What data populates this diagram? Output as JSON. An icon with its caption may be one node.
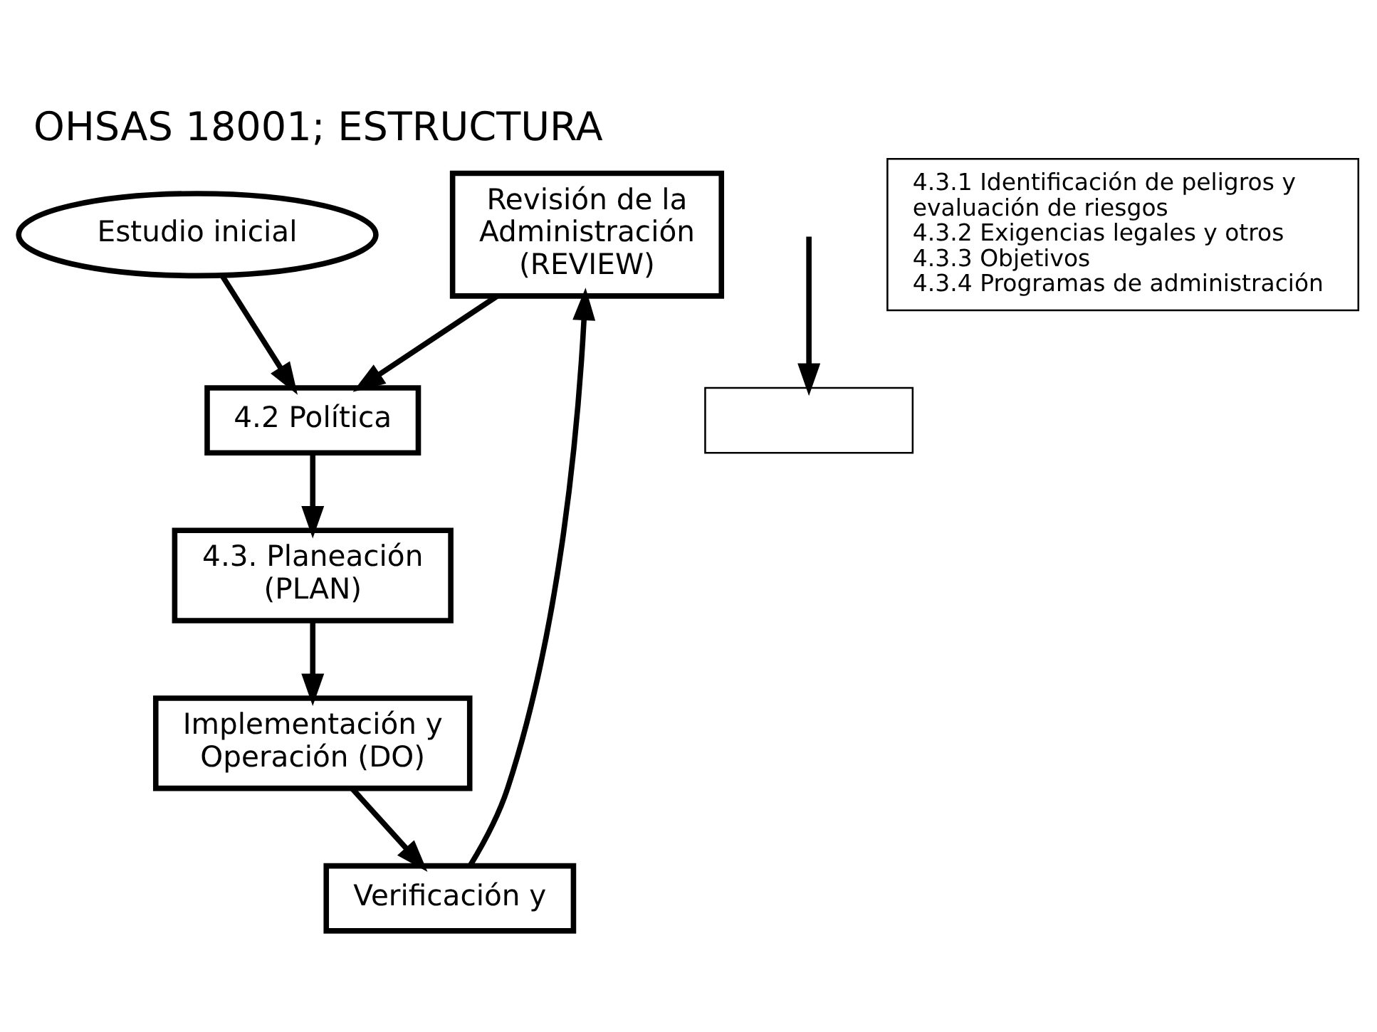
{
  "diagram": {
    "title": "OHSAS 18001; ESTRUCTURA",
    "nodes": [
      {
        "text": [
          "Estudio inicial"
        ]
      },
      {
        "text": [
          "Revisión de la Administración (REVIEW)"
        ]
      },
      {
        "text": [
          "4.2 Política"
        ]
      },
      {
        "text": [
          "Verificación y"
        ]
      },
      {
        "text": [],
        "shape": "box"
      },
      {
        "text": [
          "4.3.1 Identificación de peligros y evaluación de riesgos",
          "4.3.2 Exigencias legales y otros",
          "4.3.3 Objetivos",
          "4.3.4 Programas de administración"
        ]
      },
      {
        "text": [
          "4.3. Planeación (PLAN)"
        ]
      },
      {
        "text": [
          "Implementación y Operación (DO)"
        ]
      }
    ],
    "edges": [
      {
        "from": 0,
        "to": 2,
        "arrow": "to"
      },
      {
        "from": 1,
        "to": 2,
        "arrow": "to"
      },
      {
        "from": 2,
        "to": 6,
        "arrow": "to"
      },
      {
        "from": 6,
        "to": 7,
        "arrow": "to"
      },
      {
        "from": 7,
        "to": 3,
        "arrow": "to"
      },
      {
        "from": 3,
        "to": 1,
        "arrow": "to"
      },
      {
        "from": null,
        "to": 4,
        "arrow": "to"
      }
    ]
  }
}
